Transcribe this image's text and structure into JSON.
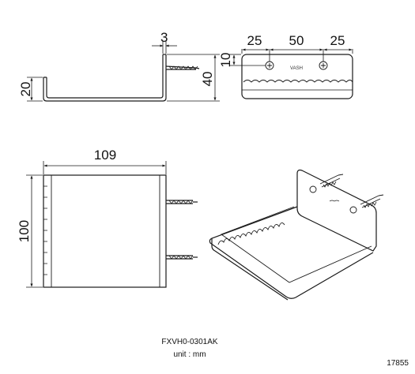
{
  "dimensions": {
    "side_thickness": "3",
    "side_depth": "20",
    "side_height": "40",
    "front_left": "25",
    "front_middle": "50",
    "front_right": "25",
    "front_top": "10",
    "plan_width": "109",
    "plan_depth": "100"
  },
  "front_logo": "VASH",
  "caption": {
    "model": "FXVH0-0301AK",
    "unit": "unit : mm"
  },
  "drawing_number": "17855",
  "colors": {
    "line": "#1a1a1a",
    "background": "#ffffff"
  }
}
